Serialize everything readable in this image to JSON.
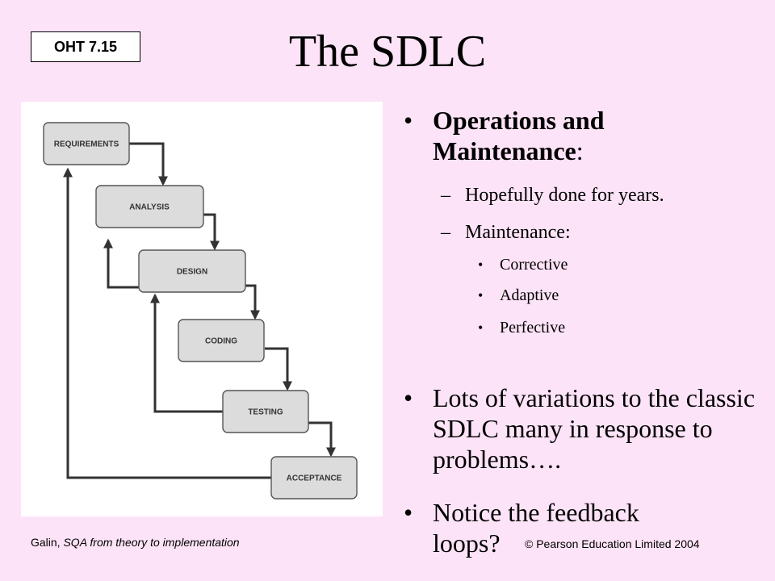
{
  "header": {
    "badge": "OHT 7.15",
    "title": "The SDLC"
  },
  "diagram": {
    "stages": [
      "REQUIREMENTS",
      "ANALYSIS",
      "DESIGN",
      "CODING",
      "TESTING",
      "ACCEPTANCE"
    ]
  },
  "bullets": {
    "main1": {
      "bold": "Operations and Maintenance",
      "suffix": ":"
    },
    "sub1": "Hopefully done for years.",
    "sub2": "Maintenance:",
    "subsub": [
      "Corrective",
      "Adaptive",
      "Perfective"
    ],
    "main2": "Lots of variations to the classic SDLC many in response to problems….",
    "main3": "Notice the feedback loops?"
  },
  "footer": {
    "author": "Galin, ",
    "book": "SQA from theory to implementation",
    "copyright": "© Pearson Education Limited 2004"
  }
}
